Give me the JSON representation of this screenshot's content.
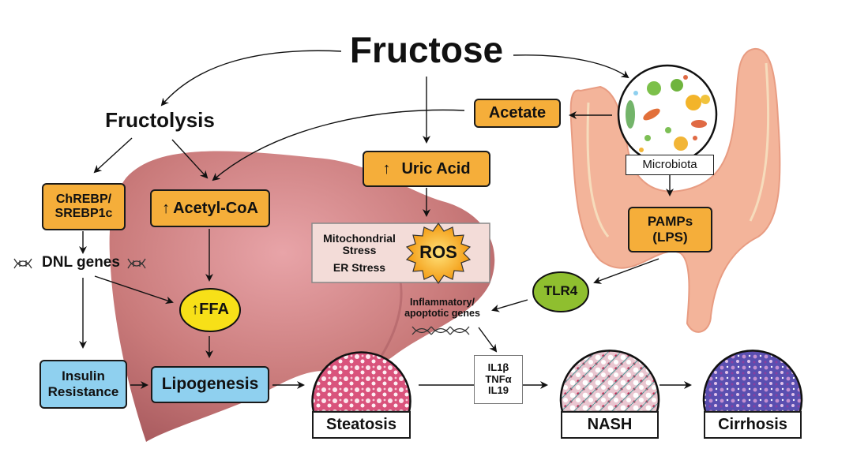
{
  "title": "Fructose",
  "nodes": {
    "fructolysis": "Fructolysis",
    "chrebp": "ChREBP/\nSREBP1c",
    "acetyl_coa": "Acetyl-CoA",
    "uric_acid": "Uric Acid",
    "acetate": "Acetate",
    "microbiota": "Microbiota",
    "pamps": "PAMPs\n(LPS)",
    "dnl_genes": "DNL genes",
    "ffa": "FFA",
    "mito_stress": "Mitochondrial\nStress",
    "er_stress": "ER Stress",
    "ros": "ROS",
    "tlr4": "TLR4",
    "inflam_genes": "Inflammatory/\napoptotic genes",
    "cytokines": "IL1β\nTNFα\nIL19",
    "insulin_resistance": "Insulin\nResistance",
    "lipogenesis": "Lipogenesis",
    "steatosis": "Steatosis",
    "nash": "NASH",
    "cirrhosis": "Cirrhosis"
  },
  "up_arrow": "↑",
  "colors": {
    "orange_box": "#f5ae3a",
    "blue_box": "#8fd0ef",
    "ffa_yellow": "#f7e018",
    "tlr4_green": "#8fbf2f",
    "liver": "#c97a7a",
    "intestine": "#f3b49a"
  }
}
